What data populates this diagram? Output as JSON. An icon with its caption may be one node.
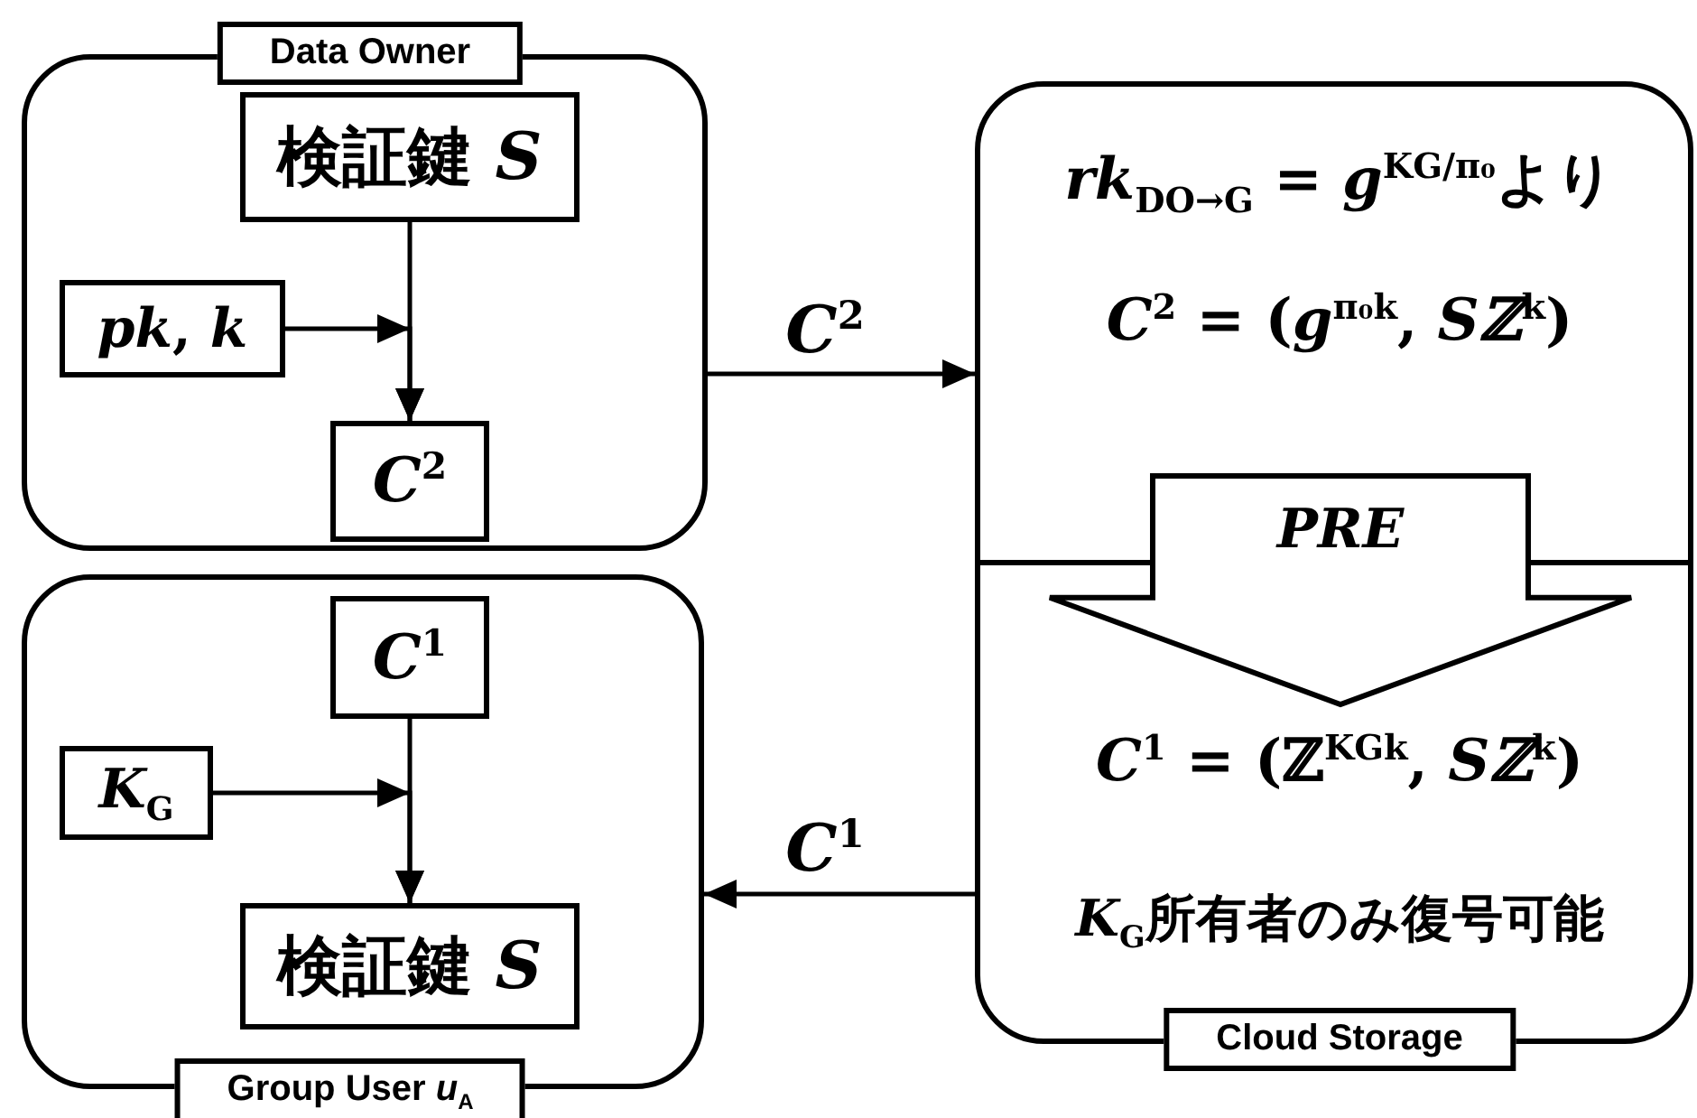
{
  "diagram": {
    "nodes": [
      {
        "text": [
          "Data Owner"
        ]
      },
      {
        "text": [
          "検証鍵 *S*"
        ],
        "in": 0
      },
      {
        "text": [
          "*pk*, *k*"
        ],
        "in": 0
      },
      {
        "text": [
          "*C*$^{2}$"
        ],
        "in": 0
      },
      {
        "text": [
          "*rk*$_{DO→G}$ = *g*$^{KG/π₀}$より",
          "*C*$^{2}$ = (*g*$^{π₀k}$, *Sℤ*$^{k}$)",
          "*C*$^{1}$ = (ℤ$^{KGk}$, *Sℤ*$^{k}$)",
          "*K*$_{G}$所有者のみ復号可能",
          "Cloud Storage"
        ]
      },
      {
        "text": [
          "PRE"
        ],
        "in": 4
      },
      {
        "text": [
          "Group User *u*$_{A}$"
        ]
      },
      {
        "text": [
          "*C*$^{1}$"
        ],
        "in": 6
      },
      {
        "text": [
          "*K*$_{G}$"
        ],
        "in": 6
      },
      {
        "text": [
          "検証鍵 *S*"
        ],
        "in": 6
      }
    ],
    "edges": [
      {
        "from": 1,
        "to": 3,
        "arrow": "to"
      },
      {
        "from": 2,
        "to": 3,
        "arrow": "to"
      },
      {
        "from": 0,
        "to": 4,
        "arrow": "to",
        "label": "*C*$^{2}$"
      },
      {
        "from": 4,
        "to": 6,
        "arrow": "to",
        "label": "*C*$^{1}$"
      },
      {
        "from": 7,
        "to": 9,
        "arrow": "to"
      },
      {
        "from": 8,
        "to": 9,
        "arrow": "to"
      }
    ]
  }
}
